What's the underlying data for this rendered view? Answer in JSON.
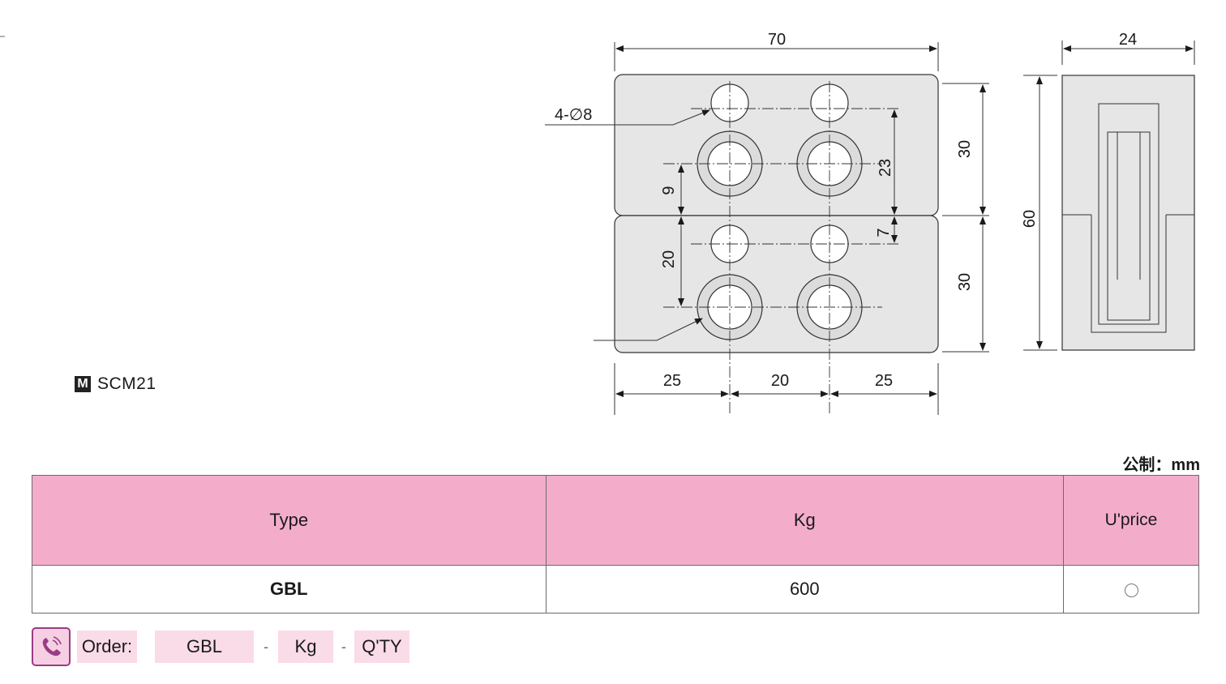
{
  "drawing": {
    "dims": {
      "overall_width": "70",
      "side_width": "24",
      "hole_callout": "4-∅8",
      "upper_height": "30",
      "lower_height": "30",
      "side_height": "60",
      "hole_pitch_v": "23",
      "dim_9": "9",
      "dim_7": "7",
      "dim_20_left": "20",
      "bottom_left": "25",
      "bottom_mid": "20",
      "bottom_right": "25"
    }
  },
  "model": {
    "marker": "M",
    "code": "SCM21"
  },
  "unit_label": "公制：mm",
  "table": {
    "headers": [
      "Type",
      "Kg",
      "U'price"
    ],
    "row": {
      "type": "GBL",
      "kg": "600"
    }
  },
  "order": {
    "label": "Order:",
    "part1": "GBL",
    "sep": "-",
    "part2": "Kg",
    "part3": "Q'TY"
  },
  "colors": {
    "header_pink": "#f3adcb",
    "block_grey": "#e6e6e6",
    "icon_purple": "#9a3c86"
  }
}
